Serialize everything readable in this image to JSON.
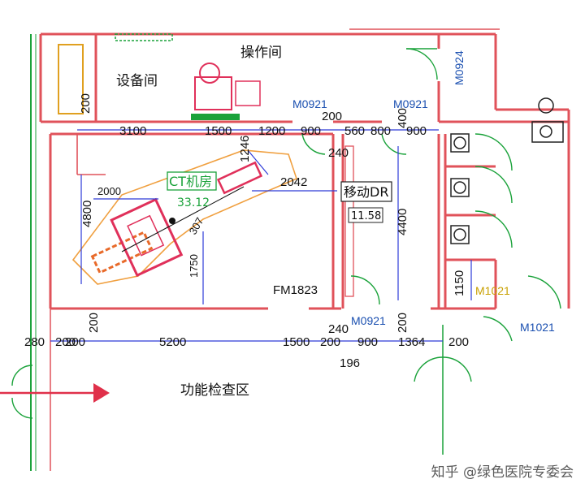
{
  "rooms": {
    "operation": "操作间",
    "equipment": "设备间",
    "ct_room": "CT机房",
    "ct_area": "33.12",
    "dr_room": "移动DR",
    "dr_area": "11.58",
    "function_zone": "功能检查区"
  },
  "doors": {
    "m0924": "M0924",
    "m0921_a": "M0921",
    "m0921_b": "M0921",
    "m0921_c": "M0921",
    "fm1823": "FM1823",
    "m1021_a": "M1021",
    "m1021_b": "M1021"
  },
  "dims": {
    "d200_left": "200",
    "d3100": "3100",
    "d1500_top": "1500",
    "d1200": "1200",
    "d900_top": "900",
    "d200_top": "200",
    "d240_top": "240",
    "d560": "560",
    "d800": "800",
    "d400": "400",
    "d900_top2": "900",
    "d1246": "1246",
    "d2000": "2000",
    "d2042": "2042",
    "d4800": "4800",
    "d4400": "4400",
    "d1750": "1750",
    "d307": "307",
    "d1150": "1150",
    "d280": "280",
    "d200_b1": "200",
    "d200_b2": "200",
    "d5200": "5200",
    "d1500_bot": "1500",
    "d200_b3": "200",
    "d240_bot": "240",
    "d900_bot": "900",
    "d200_vert": "200",
    "d1364": "1364",
    "d200_b4": "200",
    "d196": "196",
    "d200_b5": "200"
  },
  "watermark": "知乎 @绿色医院专委会",
  "colors": {
    "wall": "#e0525a",
    "dimension": "#2d3bd8",
    "door": "#1aa23a",
    "ct": "#e0305a",
    "table": "#e86a2a"
  }
}
